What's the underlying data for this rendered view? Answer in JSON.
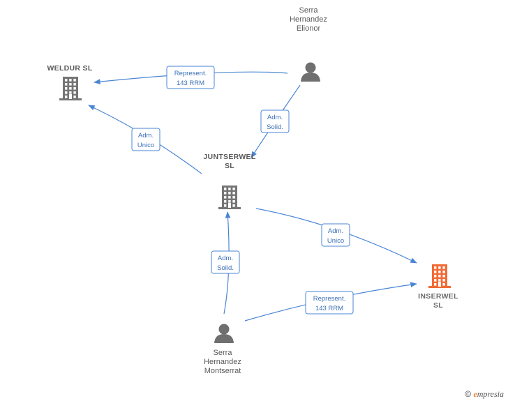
{
  "nodes": [
    {
      "id": "weldur",
      "type": "company",
      "lines": [
        "WELDUR  SL"
      ],
      "color": "#757575"
    },
    {
      "id": "juntserwel",
      "type": "company",
      "lines": [
        "JUNTSERWEL",
        "SL"
      ],
      "color": "#757575"
    },
    {
      "id": "inserwel",
      "type": "company",
      "lines": [
        "INSERWEL",
        "SL"
      ],
      "color": "#f26a35"
    },
    {
      "id": "elionor",
      "type": "person",
      "lines": [
        "Serra",
        "Hernandez",
        "Elionor"
      ],
      "color": "#6f6f6f"
    },
    {
      "id": "montserrat",
      "type": "person",
      "lines": [
        "Serra",
        "Hernandez",
        "Montserrat"
      ],
      "color": "#6f6f6f"
    }
  ],
  "edges": [
    {
      "from": "elionor",
      "to": "weldur",
      "label": [
        "Represent.",
        "143 RRM"
      ]
    },
    {
      "from": "elionor",
      "to": "juntserwel",
      "label": [
        "Adm.",
        "Solid."
      ]
    },
    {
      "from": "juntserwel",
      "to": "weldur",
      "label": [
        "Adm.",
        "Unico"
      ]
    },
    {
      "from": "juntserwel",
      "to": "inserwel",
      "label": [
        "Adm.",
        "Unico"
      ]
    },
    {
      "from": "montserrat",
      "to": "juntserwel",
      "label": [
        "Adm.",
        "Solid."
      ]
    },
    {
      "from": "montserrat",
      "to": "inserwel",
      "label": [
        "Represent.",
        "143 RRM"
      ]
    }
  ],
  "footer": {
    "copyright": "©",
    "brand_initial": "e",
    "brand_rest": "mpresia"
  },
  "colors": {
    "edge": "#4a86d4",
    "company": "#757575",
    "focus_company": "#f26a35",
    "person": "#6f6f6f"
  }
}
